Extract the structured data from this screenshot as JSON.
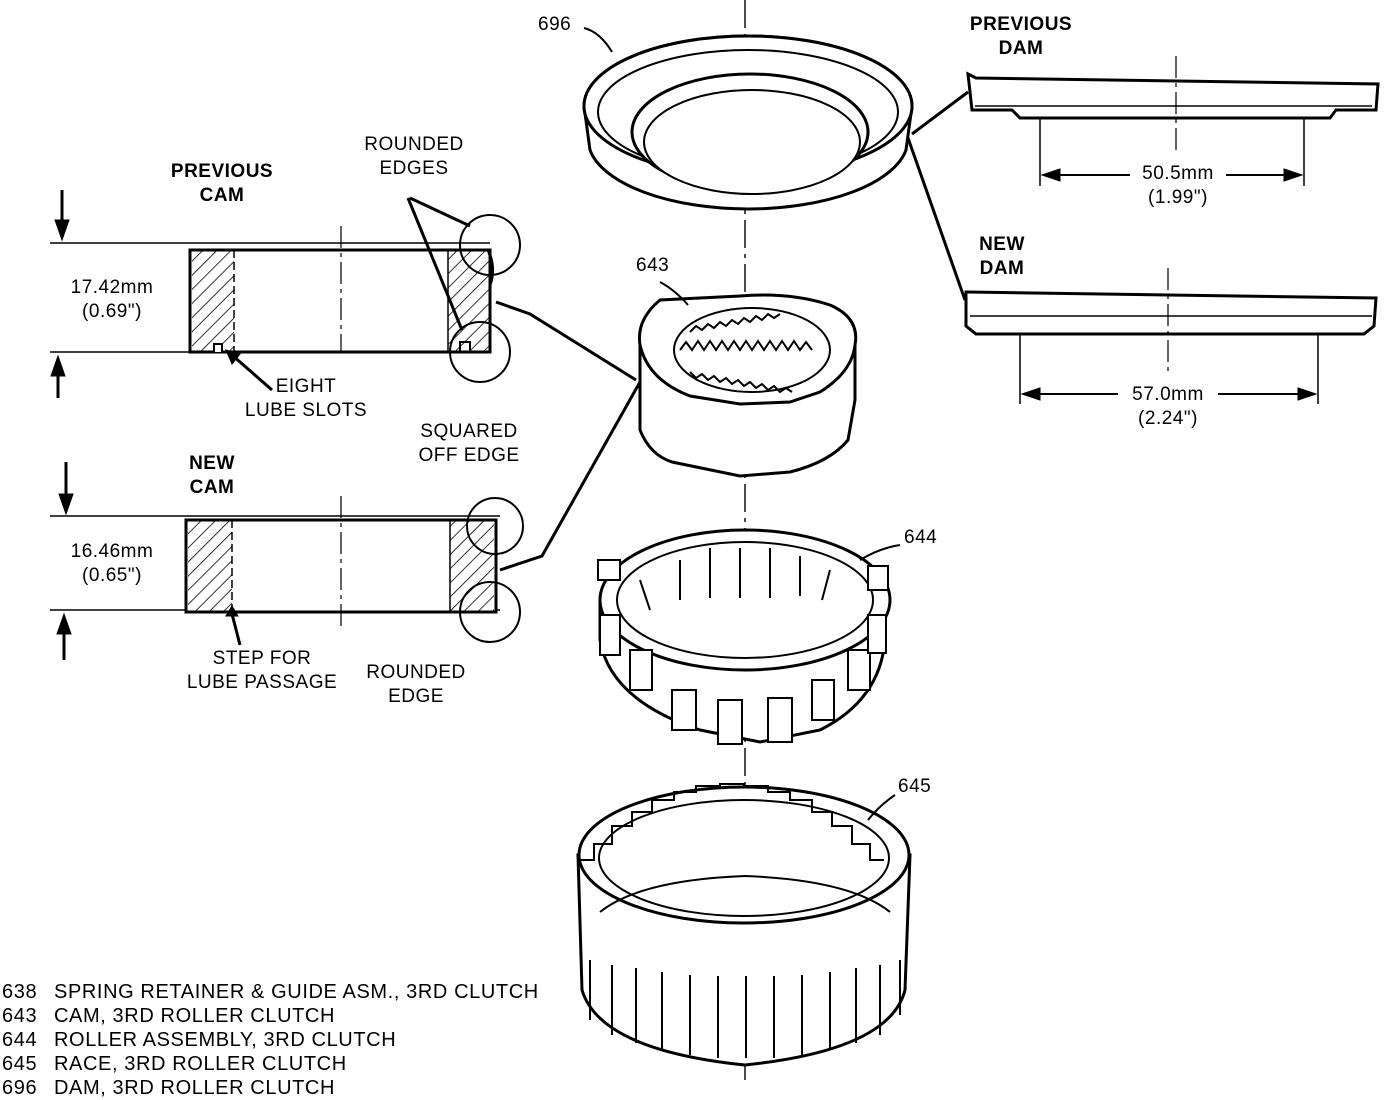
{
  "callouts": {
    "dam_part": "696",
    "cam_part": "643",
    "roller_part": "644",
    "race_part": "645"
  },
  "previous_cam": {
    "title_line1": "PREVIOUS",
    "title_line2": "CAM",
    "dim_mm": "17.42mm",
    "dim_in": "(0.69\")",
    "note_line1": "EIGHT",
    "note_line2": "LUBE SLOTS",
    "edge_line1": "ROUNDED",
    "edge_line2": "EDGES"
  },
  "new_cam": {
    "title_line1": "NEW",
    "title_line2": "CAM",
    "dim_mm": "16.46mm",
    "dim_in": "(0.65\")",
    "note_line1": "STEP FOR",
    "note_line2": "LUBE PASSAGE",
    "squared_line1": "SQUARED",
    "squared_line2": "OFF EDGE",
    "rounded_line1": "ROUNDED",
    "rounded_line2": "EDGE"
  },
  "previous_dam": {
    "title_line1": "PREVIOUS",
    "title_line2": "DAM",
    "dim_mm": "50.5mm",
    "dim_in": "(1.99\")"
  },
  "new_dam": {
    "title_line1": "NEW",
    "title_line2": "DAM",
    "dim_mm": "57.0mm",
    "dim_in": "(2.24\")"
  },
  "legend": [
    {
      "code": "638",
      "text": "SPRING RETAINER & GUIDE ASM., 3RD CLUTCH"
    },
    {
      "code": "643",
      "text": "CAM, 3RD ROLLER CLUTCH"
    },
    {
      "code": "644",
      "text": "ROLLER ASSEMBLY, 3RD CLUTCH"
    },
    {
      "code": "645",
      "text": "RACE, 3RD ROLLER CLUTCH"
    },
    {
      "code": "696",
      "text": "DAM, 3RD ROLLER CLUTCH"
    }
  ]
}
